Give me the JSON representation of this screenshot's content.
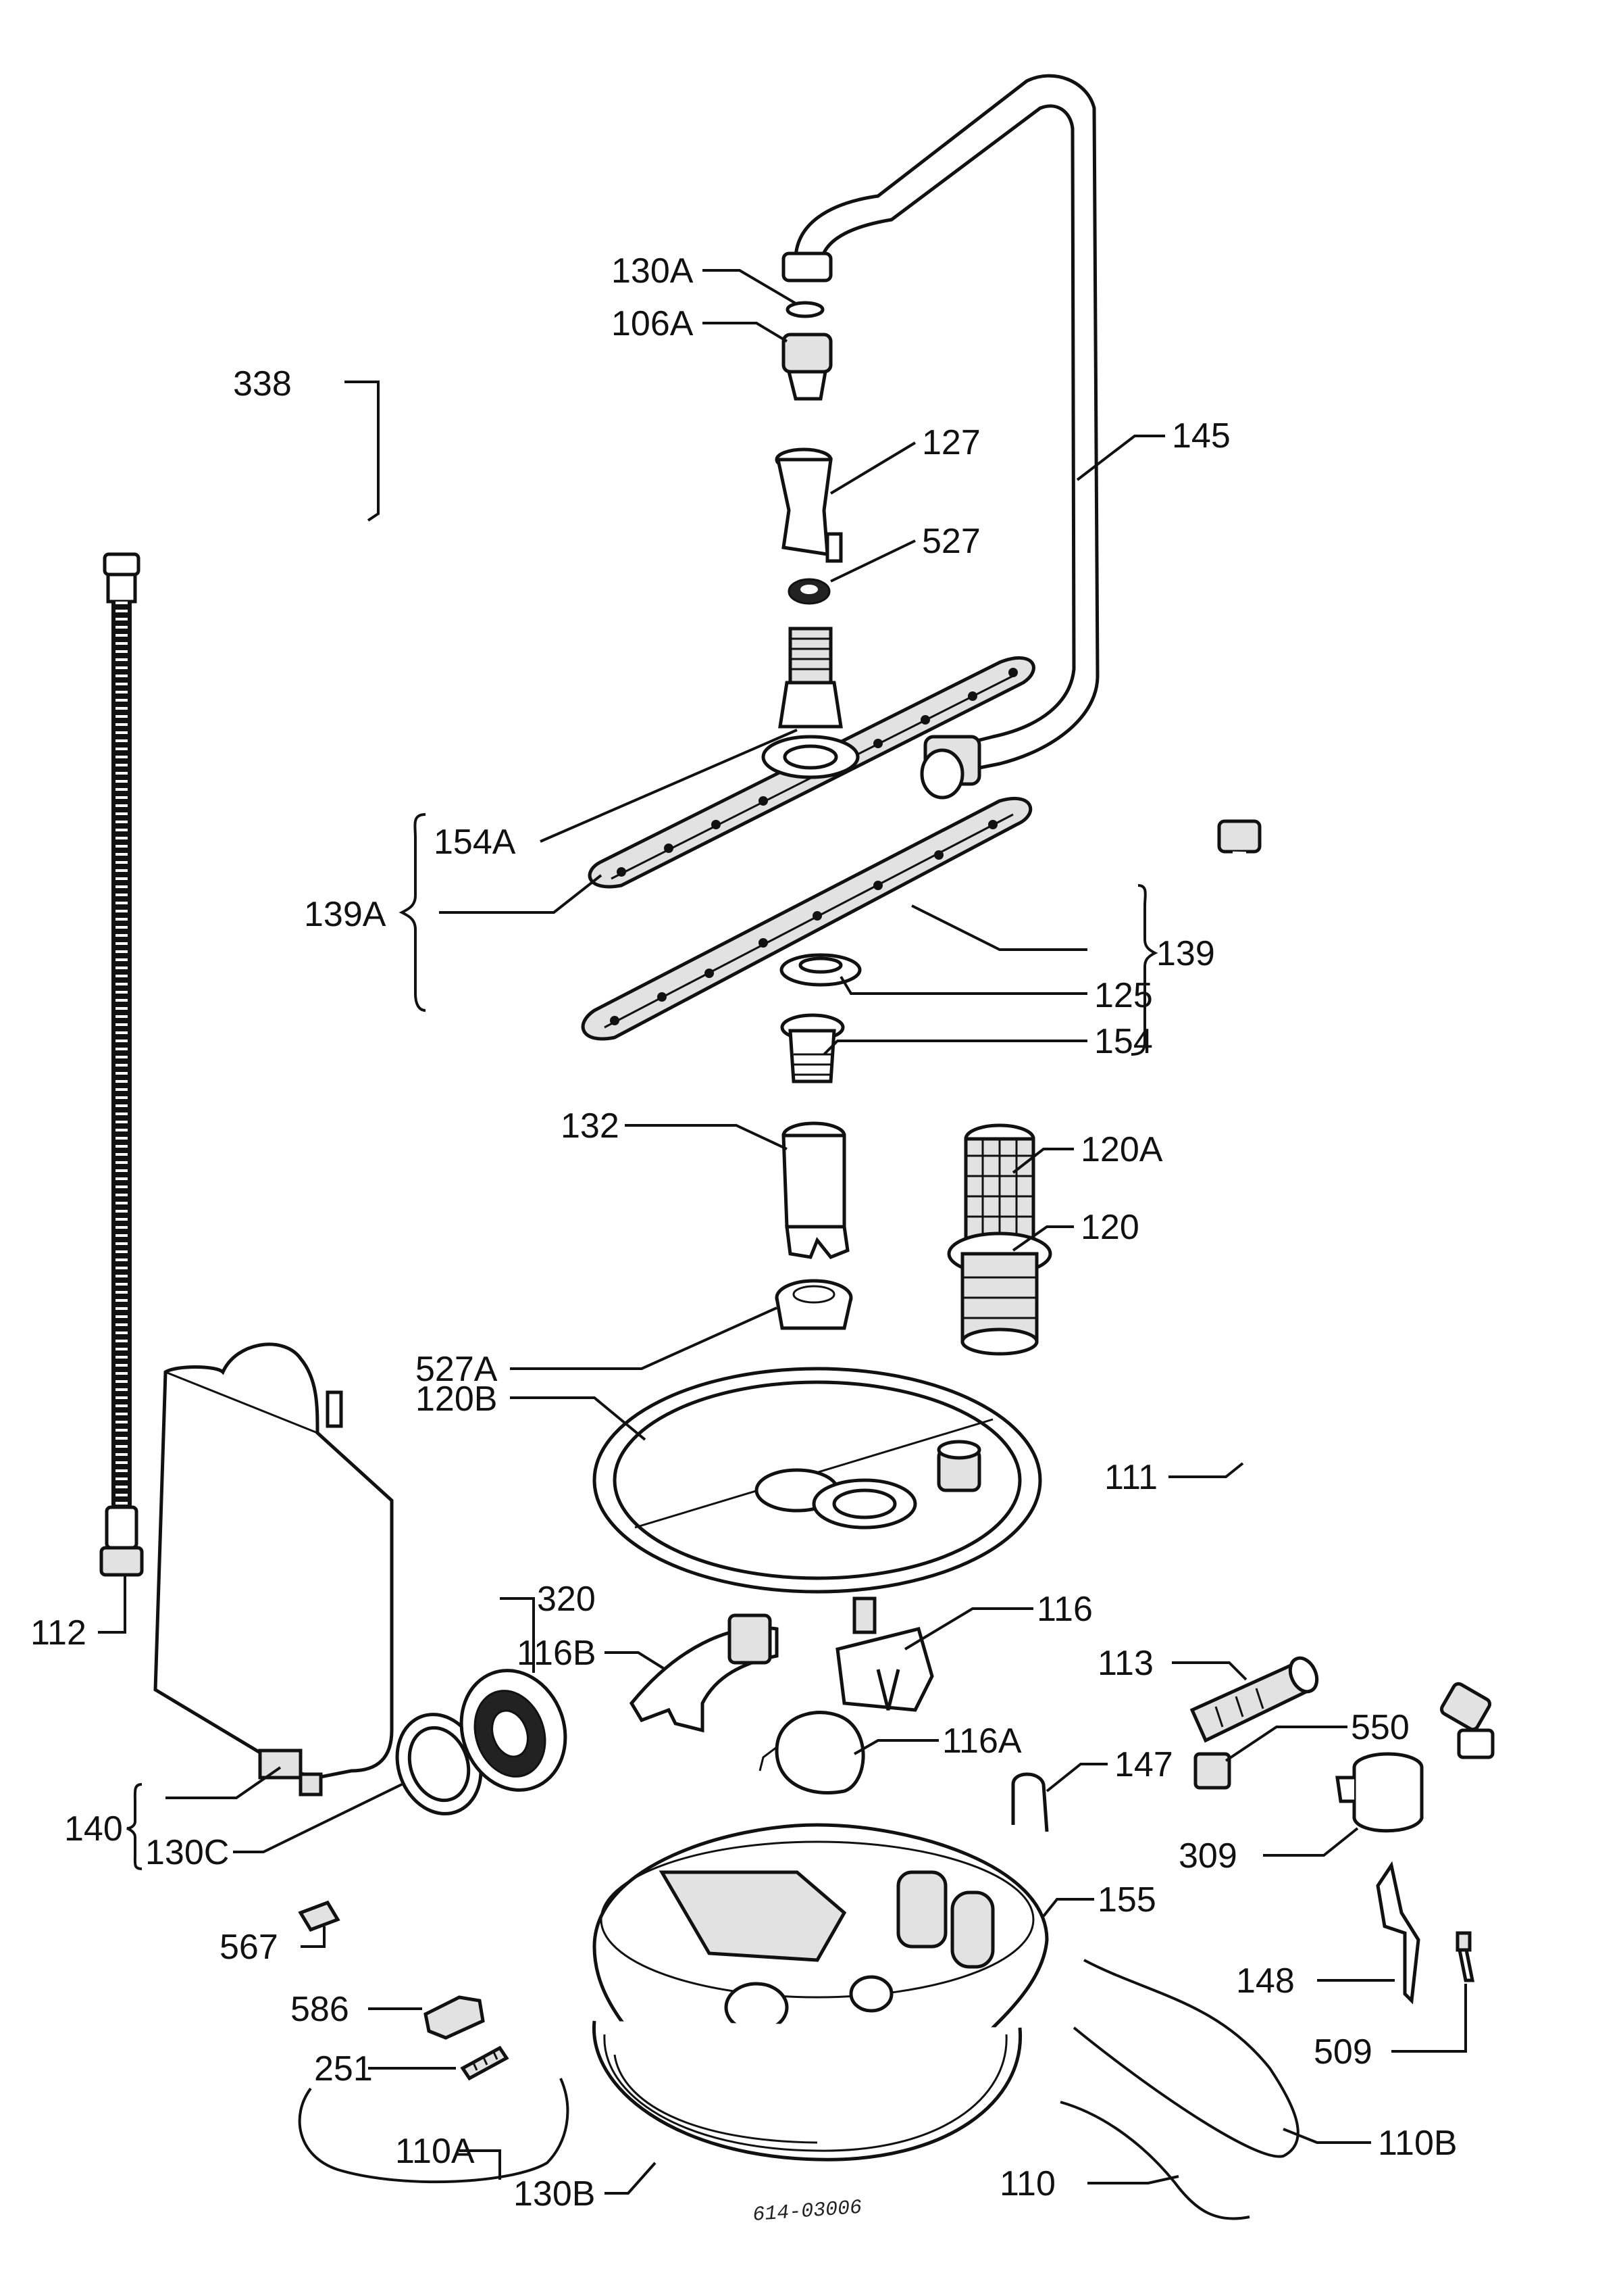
{
  "diagram": {
    "drawing_number": "614-03006",
    "labels": {
      "l130A": "130A",
      "l106A": "106A",
      "l338": "338",
      "l127": "127",
      "l145": "145",
      "l527": "527",
      "l154A": "154A",
      "l139A": "139A",
      "l139": "139",
      "l125": "125",
      "l154": "154",
      "l132": "132",
      "l120A": "120A",
      "l120": "120",
      "l527A": "527A",
      "l120B": "120B",
      "l111": "111",
      "l112": "112",
      "l320": "320",
      "l116B": "116B",
      "l116": "116",
      "l113": "113",
      "l116A": "116A",
      "l550": "550",
      "l140": "140",
      "l130C": "130C",
      "l147": "147",
      "l309": "309",
      "l155": "155",
      "l567": "567",
      "l148": "148",
      "l586": "586",
      "l251": "251",
      "l509": "509",
      "l110A": "110A",
      "l110B": "110B",
      "l110": "110",
      "l130B": "130B"
    }
  }
}
